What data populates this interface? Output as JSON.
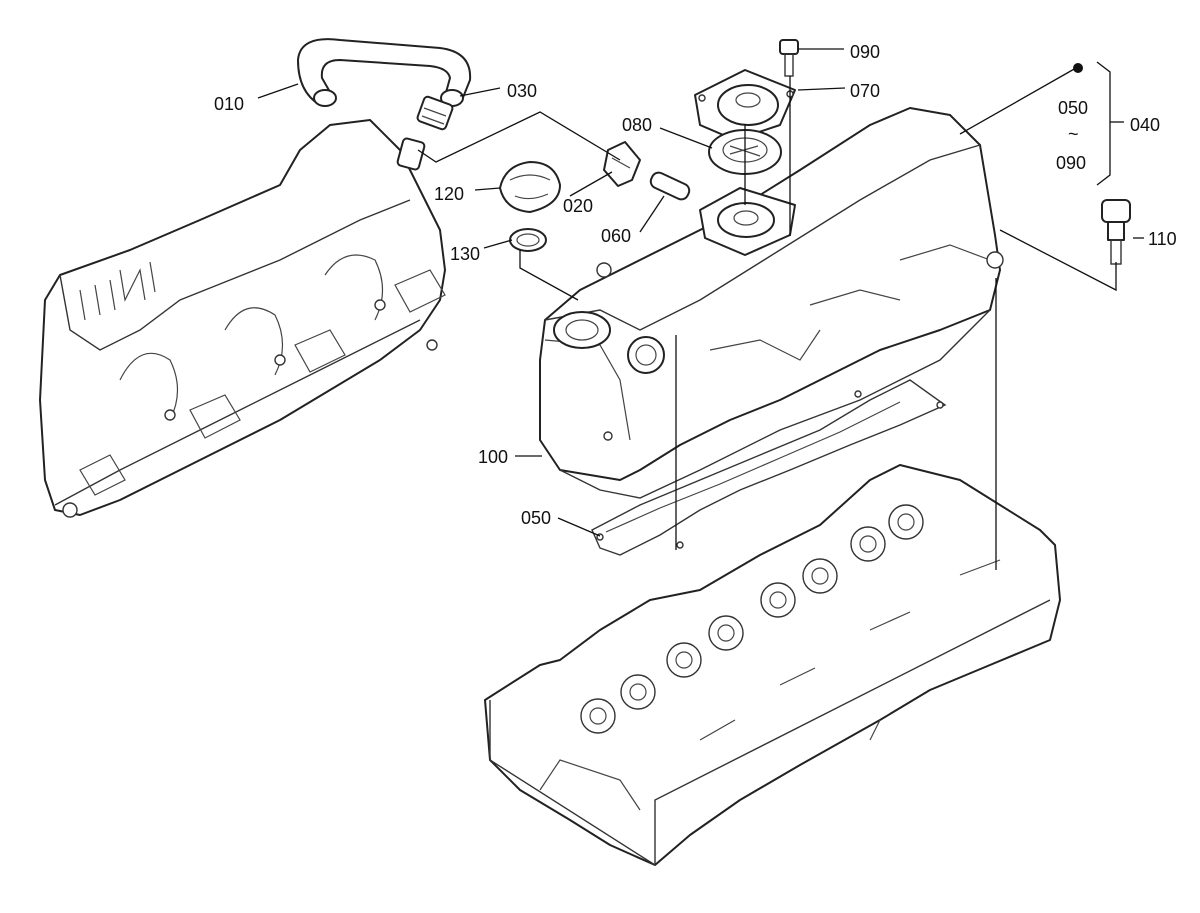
{
  "diagram": {
    "callouts": [
      {
        "id": "010",
        "label": "010"
      },
      {
        "id": "020",
        "label": "020"
      },
      {
        "id": "030",
        "label": "030"
      },
      {
        "id": "040",
        "label": "040"
      },
      {
        "id": "050a",
        "label": "050"
      },
      {
        "id": "050b",
        "label": "050"
      },
      {
        "id": "060",
        "label": "060"
      },
      {
        "id": "070",
        "label": "070"
      },
      {
        "id": "080",
        "label": "080"
      },
      {
        "id": "090a",
        "label": "090"
      },
      {
        "id": "090b",
        "label": "090"
      },
      {
        "id": "100",
        "label": "100"
      },
      {
        "id": "110",
        "label": "110"
      },
      {
        "id": "120",
        "label": "120"
      },
      {
        "id": "130",
        "label": "130"
      }
    ],
    "range_symbol": "~"
  }
}
